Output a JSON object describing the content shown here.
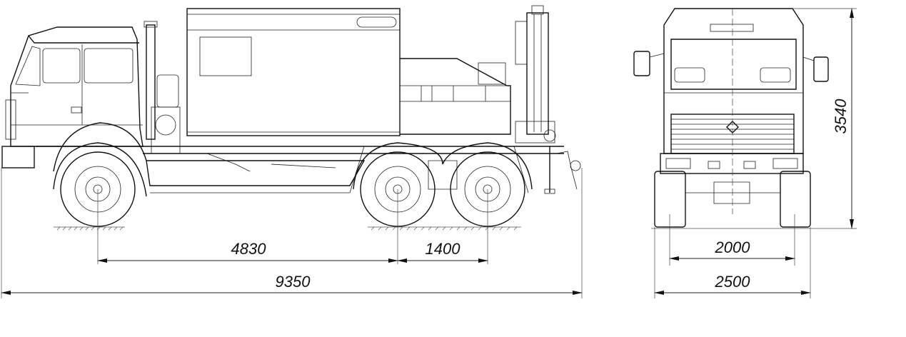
{
  "drawing": {
    "side_view": {
      "dimensions": {
        "wheelbase_front": "4830",
        "wheelbase_rear": "1400",
        "overall_length": "9350"
      }
    },
    "front_view": {
      "dimensions": {
        "track": "2000",
        "overall_width": "2500",
        "overall_height": "3540"
      }
    },
    "colors": {
      "line": "#111111",
      "background": "#ffffff"
    }
  }
}
